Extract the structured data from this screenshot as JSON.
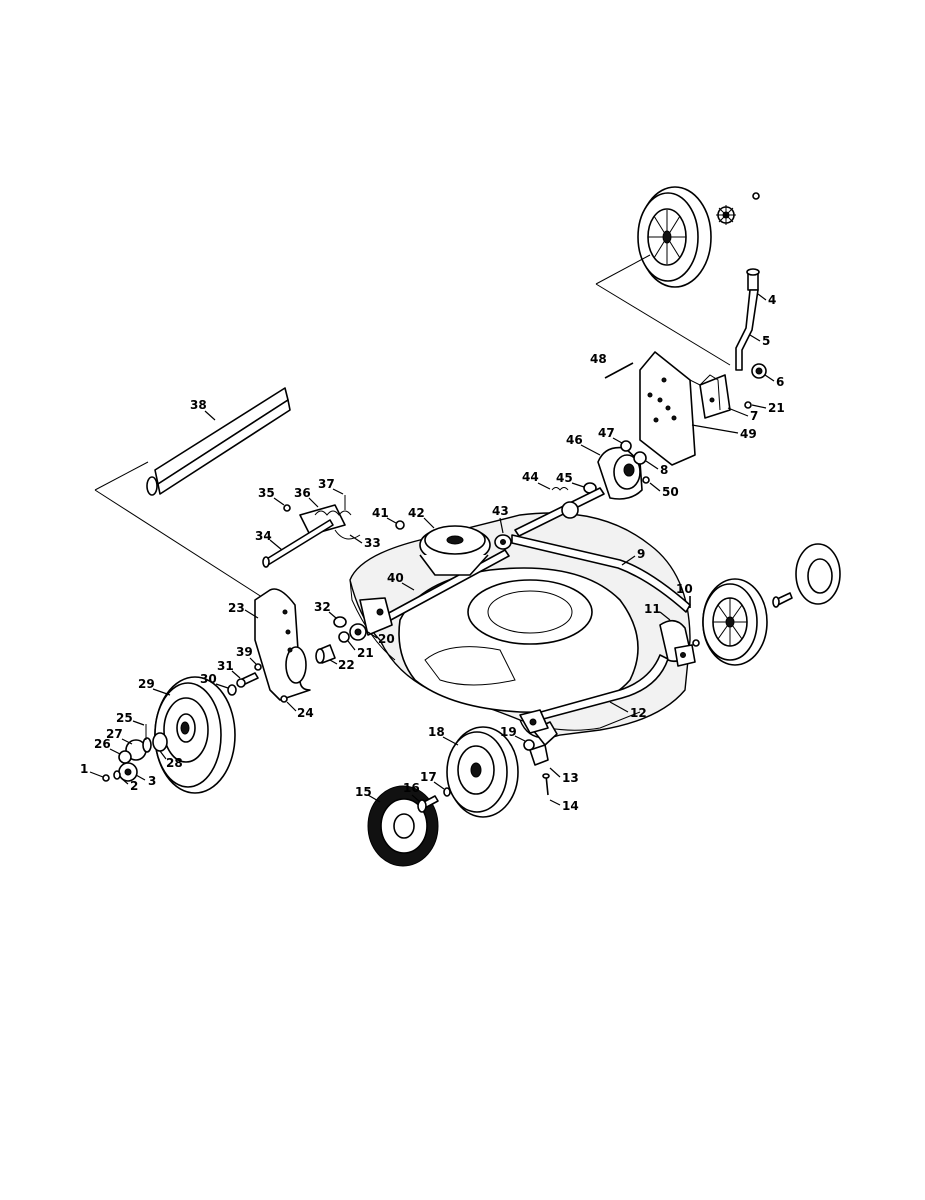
{
  "callouts": [
    "1",
    "2",
    "3",
    "4",
    "5",
    "6",
    "7",
    "8",
    "9",
    "10",
    "11",
    "12",
    "13",
    "14",
    "15",
    "16",
    "17",
    "18",
    "19",
    "20",
    "21",
    "21",
    "22",
    "23",
    "24",
    "25",
    "26",
    "27",
    "28",
    "29",
    "30",
    "31",
    "32",
    "33",
    "34",
    "35",
    "36",
    "37",
    "38",
    "39",
    "40",
    "41",
    "42",
    "43",
    "44",
    "45",
    "46",
    "47",
    "48",
    "49",
    "50"
  ]
}
